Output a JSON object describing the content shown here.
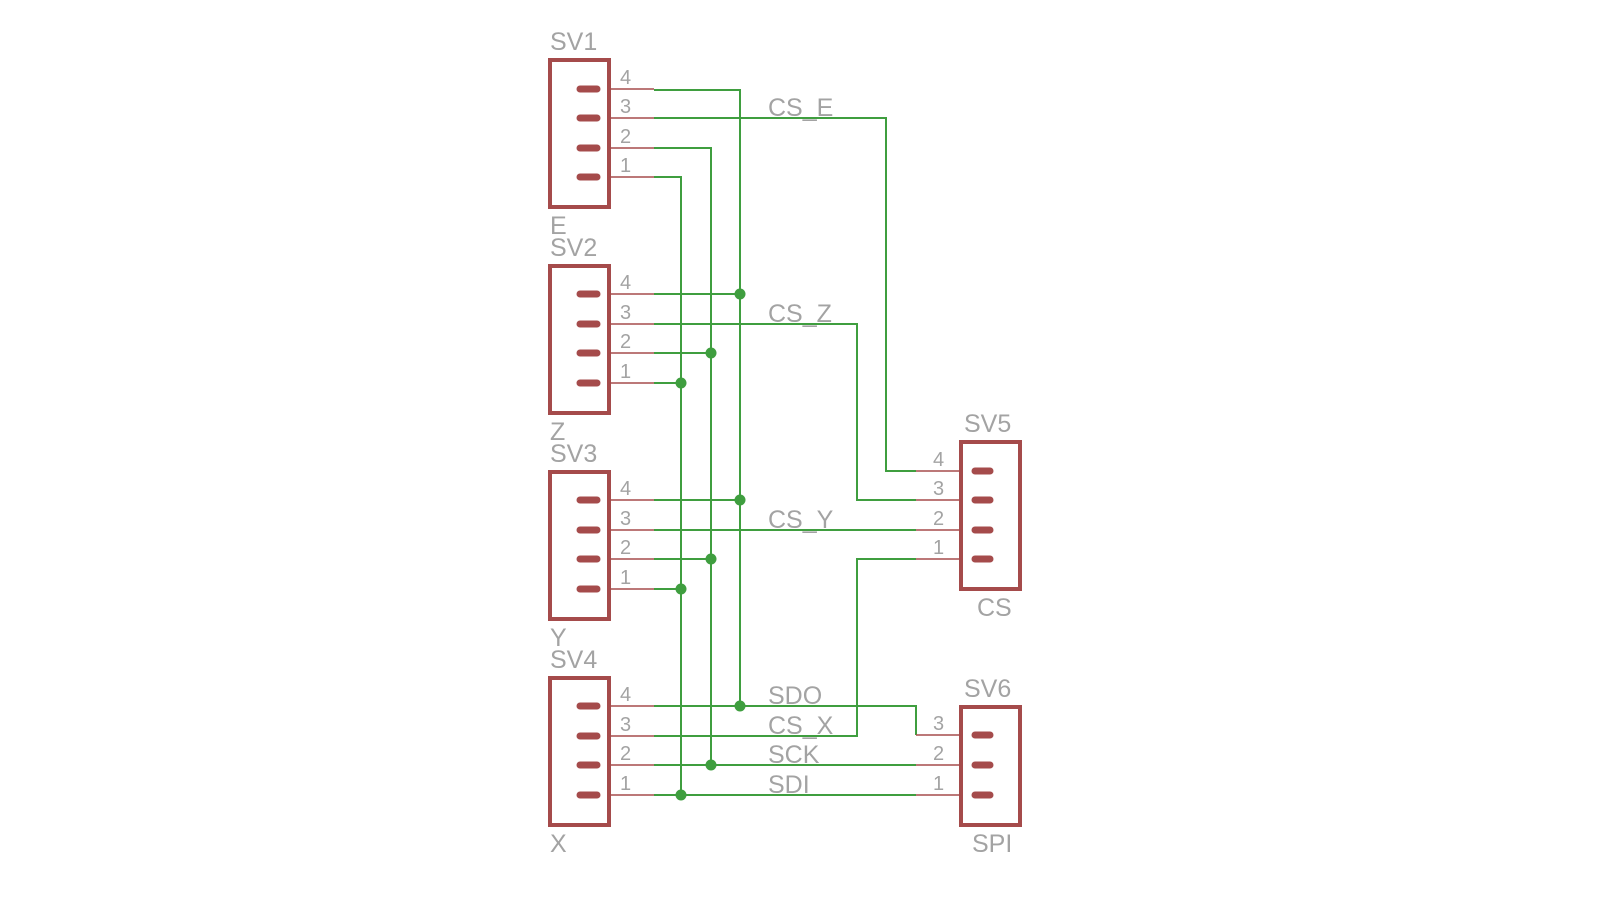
{
  "connectors": [
    {
      "id": "sv1",
      "name": "SV1",
      "value": "E",
      "pins": [
        "4",
        "3",
        "2",
        "1"
      ]
    },
    {
      "id": "sv2",
      "name": "SV2",
      "value": "Z",
      "pins": [
        "4",
        "3",
        "2",
        "1"
      ]
    },
    {
      "id": "sv3",
      "name": "SV3",
      "value": "Y",
      "pins": [
        "4",
        "3",
        "2",
        "1"
      ]
    },
    {
      "id": "sv4",
      "name": "SV4",
      "value": "X",
      "pins": [
        "4",
        "3",
        "2",
        "1"
      ]
    },
    {
      "id": "sv5",
      "name": "SV5",
      "value": "CS",
      "pins": [
        "4",
        "3",
        "2",
        "1"
      ]
    },
    {
      "id": "sv6",
      "name": "SV6",
      "value": "SPI",
      "pins": [
        "3",
        "2",
        "1"
      ]
    }
  ],
  "nets": {
    "cs_e": "CS_E",
    "cs_z": "CS_Z",
    "cs_y": "CS_Y",
    "sdo": "SDO",
    "cs_x": "CS_X",
    "sck": "SCK",
    "sdi": "SDI"
  },
  "colors": {
    "part": "#a54b4b",
    "wire": "#3f9e3f",
    "text": "#a3a3a3"
  }
}
